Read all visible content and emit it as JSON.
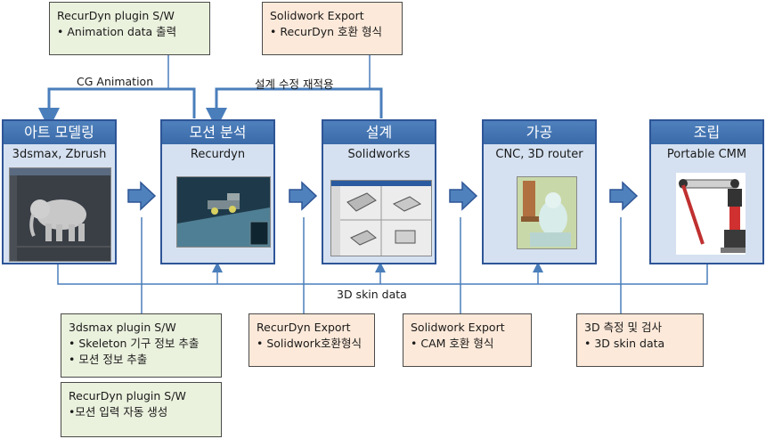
{
  "colors": {
    "stage_header": "#4f81bd",
    "stage_body": "#d5e1f1",
    "connector": "#4a7ebb",
    "note_green": "#eaf1dd",
    "note_peach": "#fde9d9"
  },
  "top_notes": [
    {
      "lines": [
        "RecurDyn plugin S/W",
        "• Animation data 출력"
      ]
    },
    {
      "lines": [
        "Solidwork Export",
        "• RecurDyn 호환 형식"
      ]
    }
  ],
  "flow_labels": {
    "cg_animation": "CG Animation",
    "design_reuse": "설계 수정 재적용",
    "skin_data": "3D skin data"
  },
  "stages": [
    {
      "title": "아트 모델링",
      "subtitle": "3dsmax, Zbrush",
      "image_icon": "elephant-model-screenshot"
    },
    {
      "title": "모션 분석",
      "subtitle": "Recurdyn",
      "image_icon": "mechanism-simulation-screenshot"
    },
    {
      "title": "설계",
      "subtitle": "Solidworks",
      "image_icon": "cad-assembly-screenshot"
    },
    {
      "title": "가공",
      "subtitle": "CNC,  3D router",
      "image_icon": "cnc-router-photo"
    },
    {
      "title": "조립",
      "subtitle": "Portable CMM",
      "image_icon": "measuring-arm-photo"
    }
  ],
  "bottom_notes": [
    {
      "lines": [
        "3dsmax plugin S/W",
        "• Skeleton 기구 정보 추출",
        "• 모션 정보 추출"
      ]
    },
    {
      "lines": [
        "RecurDyn plugin S/W",
        "•모션 입력 자동 생성"
      ]
    },
    {
      "lines": [
        "RecurDyn Export",
        "• Solidwork호환형식"
      ]
    },
    {
      "lines": [
        "Solidwork Export",
        "• CAM 호환 형식"
      ]
    },
    {
      "lines": [
        "3D 측정 및 검사",
        "• 3D skin data"
      ]
    }
  ]
}
